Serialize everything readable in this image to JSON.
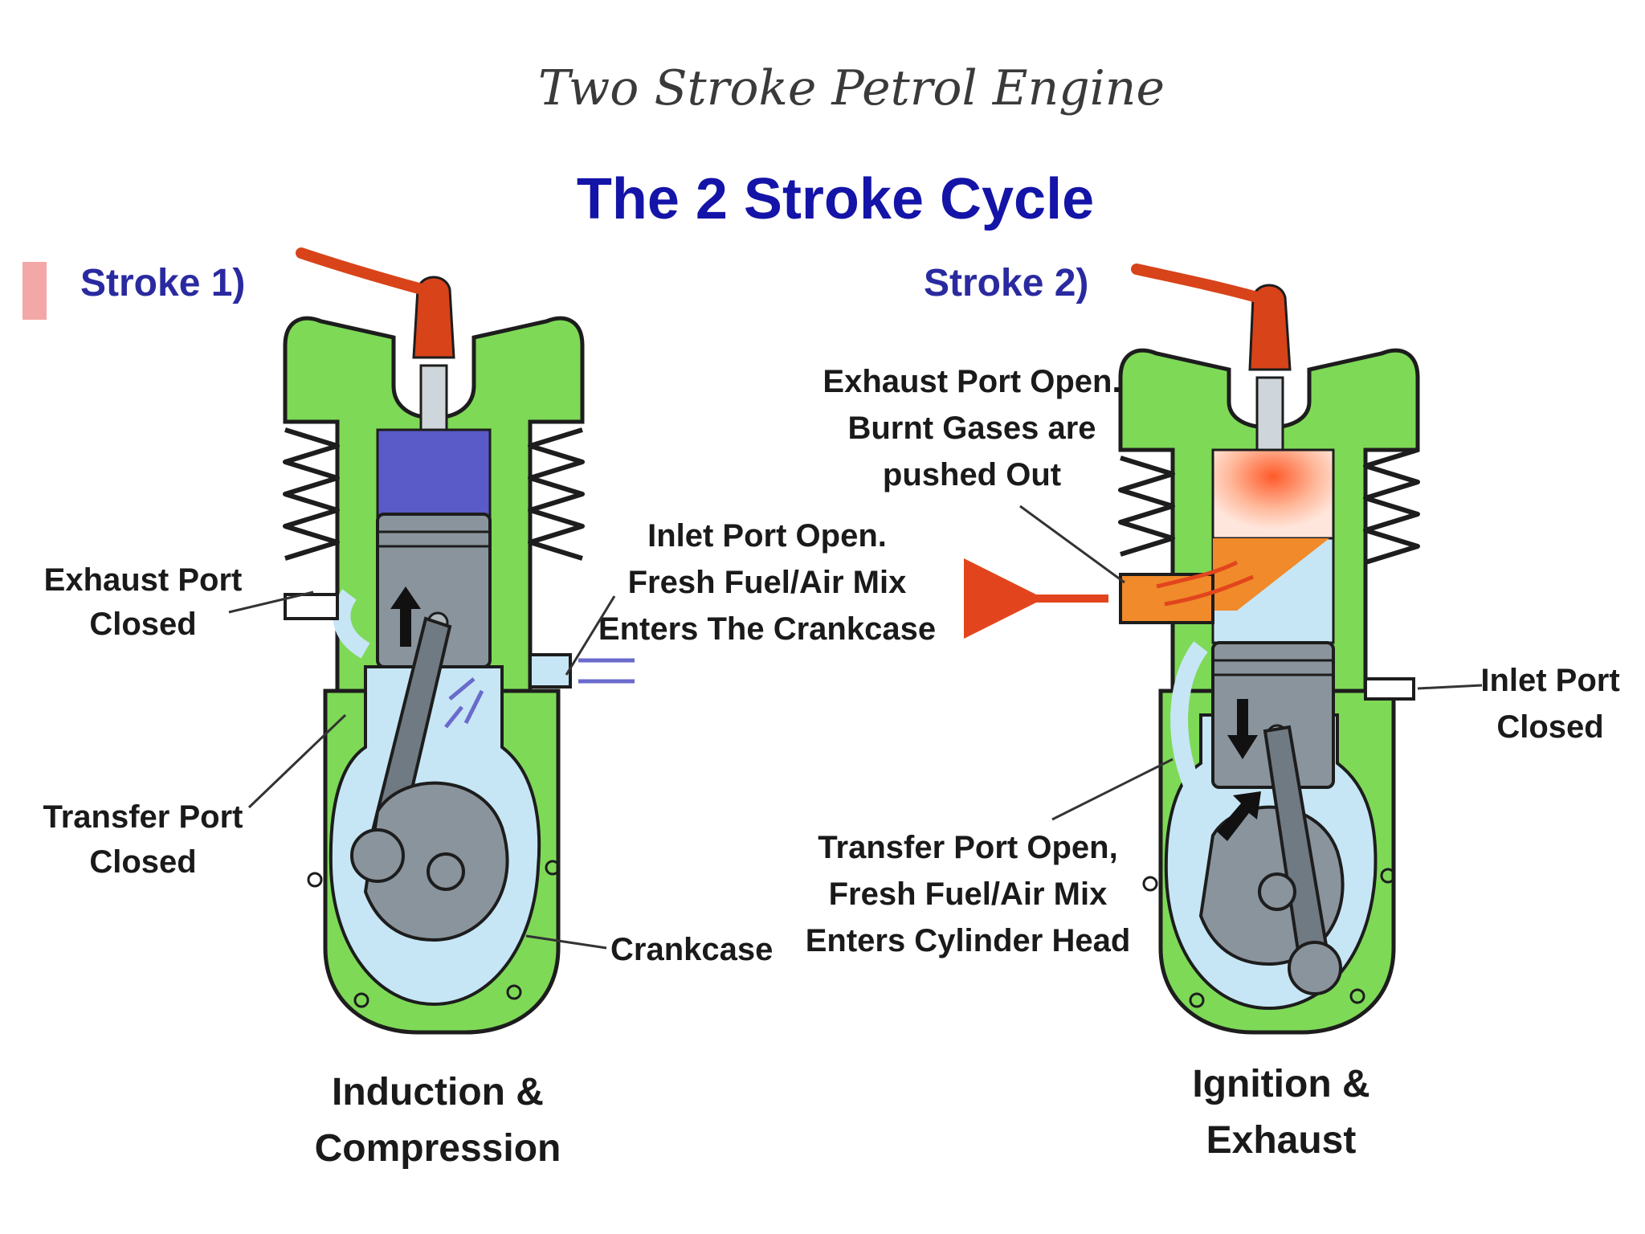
{
  "page_title": "Two Stroke Petrol Engine",
  "diagram_heading": "The 2 Stroke Cycle",
  "stroke1": {
    "heading": "Stroke 1)",
    "labels": {
      "exhaust_port": [
        "Exhaust Port",
        "Closed"
      ],
      "transfer_port": [
        "Transfer Port",
        "Closed"
      ],
      "inlet_port": [
        "Inlet Port Open.",
        "Fresh Fuel/Air Mix",
        "Enters The Crankcase"
      ],
      "crankcase": "Crankcase"
    },
    "caption": [
      "Induction &",
      "Compression"
    ]
  },
  "stroke2": {
    "heading": "Stroke 2)",
    "labels": {
      "exhaust_port": [
        "Exhaust Port Open.",
        "Burnt Gases are",
        "pushed Out"
      ],
      "inlet_port": [
        "Inlet Port",
        "Closed"
      ],
      "transfer_port": [
        "Transfer Port Open,",
        "Fresh Fuel/Air Mix",
        "Enters Cylinder Head"
      ]
    },
    "caption": [
      "Ignition &",
      "Exhaust"
    ]
  },
  "colors": {
    "engine_body": "#7ed957",
    "spark_plug_lead": "#d8431a",
    "compressed_charge": "#5a5ac8",
    "fresh_mixture": "#c6e6f5",
    "exhaust_gas": "#f08a2a",
    "heading": "#1414a8"
  }
}
